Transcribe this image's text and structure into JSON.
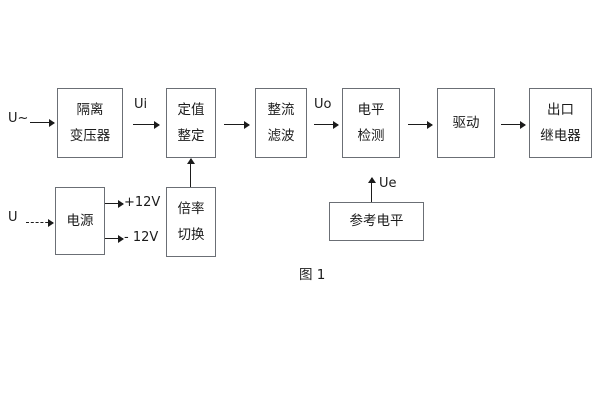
{
  "figure": {
    "caption": "图 1",
    "title_semantic": "voltage-relay-block-diagram"
  },
  "inputs": {
    "ac_input_label": "U~",
    "dc_input_label": "U"
  },
  "signals": {
    "ui": "Ui",
    "uo": "Uo",
    "ue": "Ue",
    "pos12v": "+12V",
    "neg12v": "- 12V"
  },
  "blocks": {
    "isolation_transformer": {
      "line1": "隔离",
      "line2": "变压器"
    },
    "setpoint_setting": {
      "line1": "定值",
      "line2": "整定"
    },
    "rectify_filter": {
      "line1": "整流",
      "line2": "滤波"
    },
    "level_detection": {
      "line1": "电平",
      "line2": "检测"
    },
    "drive": {
      "line1": "驱动",
      "line2": ""
    },
    "output_relay": {
      "line1": "出口",
      "line2": "继电器"
    },
    "power_supply": {
      "line1": "电源",
      "line2": ""
    },
    "multiplier_switch": {
      "line1": "倍率",
      "line2": "切换"
    },
    "reference_level": {
      "line1": "参考电平",
      "line2": ""
    }
  },
  "colors": {
    "box_border": "#6b6f75",
    "text": "#1b1b1b",
    "background": "#ffffff"
  }
}
